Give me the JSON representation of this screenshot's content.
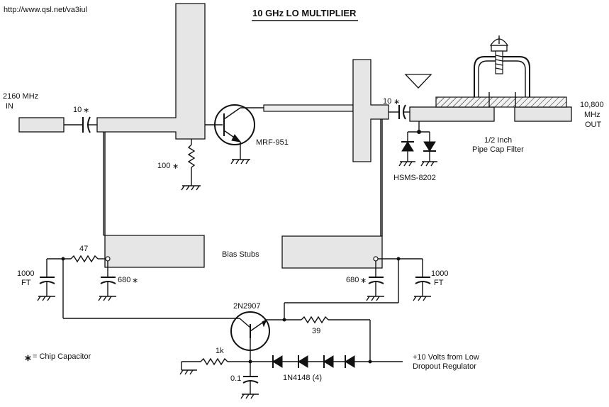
{
  "watermark": "http://www.qsl.net/va3iul",
  "title": "10 GHz LO MULTIPLIER",
  "input": {
    "line1": "2160 MHz",
    "line2": "IN"
  },
  "output": {
    "line1": "10,800",
    "line2": "MHz",
    "line3": "OUT"
  },
  "components": {
    "c_in": "10",
    "c_out": "10",
    "r_100": "100",
    "transistor_q1": "MRF-951",
    "diode_pair": "HSMS-8202",
    "filter_line1": "1/2 Inch",
    "filter_line2": "Pipe Cap Filter",
    "bias_stubs": "Bias Stubs",
    "r_47": "47",
    "c_1000_left": "1000",
    "c_1000_left_sub": "FT",
    "c_680_left": "680",
    "c_680_right": "680",
    "c_1000_right": "1000",
    "c_1000_right_sub": "FT",
    "transistor_q2": "2N2907",
    "r_39": "39",
    "r_1k": "1k",
    "c_01": "0.1",
    "diode_string": "1N4148 (4)",
    "supply_line1": "+10 Volts from Low",
    "supply_line2": "Dropout Regulator"
  },
  "legend": {
    "symbol": "∗",
    "text": "= Chip Capacitor"
  },
  "chip_star": "∗"
}
